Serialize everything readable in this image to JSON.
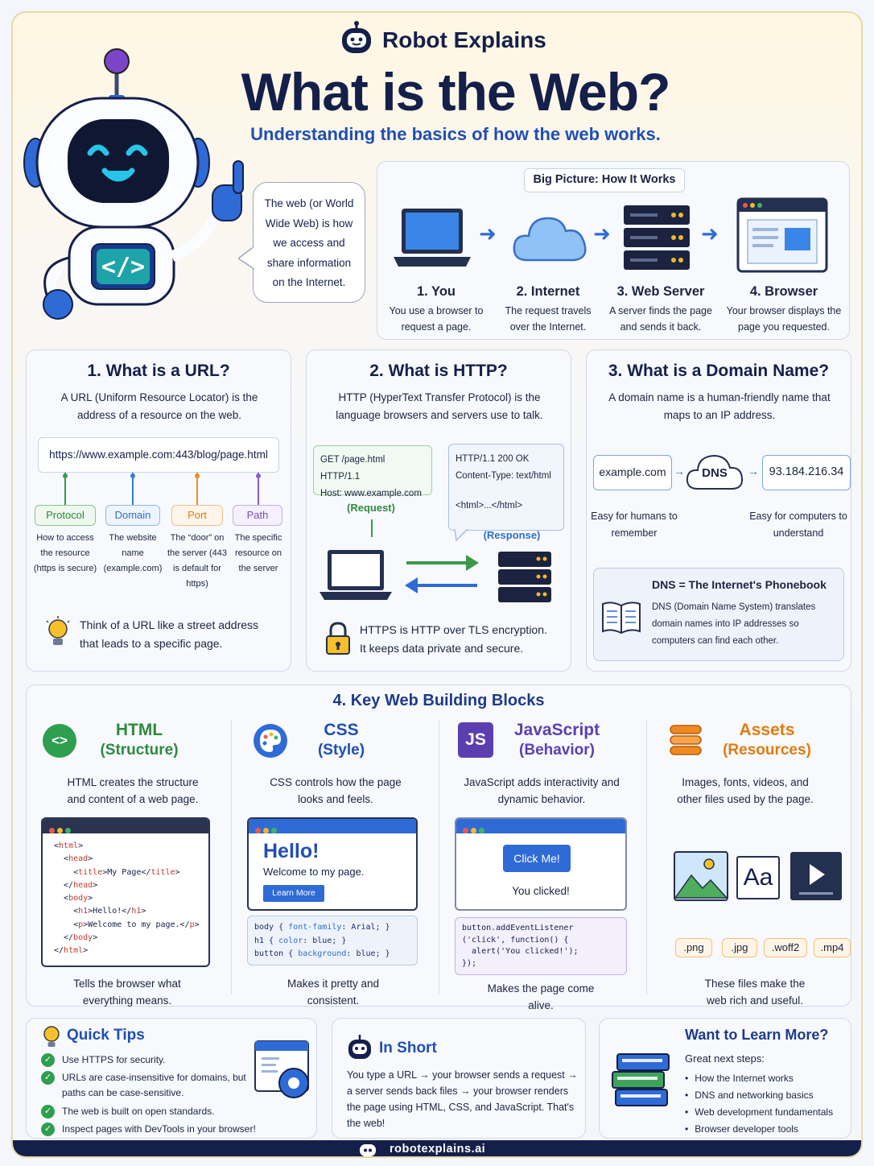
{
  "header": {
    "brand": "Robot Explains",
    "title": "What is the Web?",
    "subtitle": "Understanding the basics of how the web works.",
    "speech": "The web (or World Wide Web) is how we access and share information on the Internet.",
    "code_glyph": "</>"
  },
  "big_picture": {
    "label": "Big Picture: How It Works",
    "steps": [
      {
        "title": "1. You",
        "desc": "You use a browser to request a page."
      },
      {
        "title": "2. Internet",
        "desc": "The request travels over the Internet."
      },
      {
        "title": "3. Web Server",
        "desc": "A server finds the page and sends it back."
      },
      {
        "title": "4. Browser",
        "desc": "Your browser displays the page you requested."
      }
    ]
  },
  "url": {
    "title": "1. What is a URL?",
    "desc": "A URL (Uniform Resource Locator) is the address of a resource on the web.",
    "example": "https://www.example.com:443/blog/page.html",
    "parts": [
      {
        "label": "Protocol",
        "desc": "How to access the resource (https is secure)",
        "color": "#3a9a4a"
      },
      {
        "label": "Domain",
        "desc": "The website name (example.com)",
        "color": "#2f7fd6"
      },
      {
        "label": "Port",
        "desc": "The “door” on the server (443 is default for https)",
        "color": "#f08a1e"
      },
      {
        "label": "Path",
        "desc": "The specific resource on the server",
        "color": "#8c5fc7"
      }
    ],
    "tip": "Think of a URL like a street address that leads to a specific page."
  },
  "http": {
    "title": "2. What is HTTP?",
    "desc": "HTTP (HyperText Transfer Protocol) is the language browsers and servers use to talk.",
    "request_line1": "GET /page.html HTTP/1.1",
    "request_line2": "Host: www.example.com",
    "request_label": "(Request)",
    "response_line1": "HTTP/1.1 200 OK",
    "response_line2": "Content-Type: text/html",
    "response_line3": "<html>...</html>",
    "response_label": "(Response)",
    "note": "HTTPS is HTTP over TLS encryption. It keeps data private and secure."
  },
  "domain": {
    "title": "3. What is a Domain Name?",
    "desc": "A domain name is a human-friendly name that maps to an IP address.",
    "name": "example.com",
    "dns": "DNS",
    "ip": "93.184.216.34",
    "left_caption": "Easy for humans to remember",
    "right_caption": "Easy for computers to understand",
    "phonebook_title": "DNS = The Internet's Phonebook",
    "phonebook_desc": "DNS (Domain Name System) translates domain names into IP addresses so computers can find each other."
  },
  "blocks": {
    "title": "4. Key Web Building Blocks",
    "html": {
      "name": "HTML",
      "role": "(Structure)",
      "desc": "HTML creates the structure and content of a web page.",
      "code": [
        "<html>",
        "  <head>",
        "    <title>My Page</title>",
        "  </head>",
        "  <body>",
        "    <h1>Hello!</h1>",
        "    <p>Welcome to my page.</p>",
        "  </body>",
        "</html>"
      ],
      "caption": "Tells the browser what everything means.",
      "icon_glyph": "<>"
    },
    "css": {
      "name": "CSS",
      "role": "(Style)",
      "desc": "CSS controls how the page looks and feels.",
      "hello": "Hello!",
      "welcome": "Welcome to my page.",
      "button": "Learn More",
      "code": [
        "body { font-family: Arial; }",
        "h1 { color: blue; }",
        "button { background: blue; }"
      ],
      "caption": "Makes it pretty and consistent."
    },
    "js": {
      "name": "JavaScript",
      "role": "(Behavior)",
      "desc": "JavaScript adds interactivity and dynamic behavior.",
      "icon": "JS",
      "button": "Click Me!",
      "clicked": "You clicked!",
      "code": [
        "button.addEventListener",
        "('click', function() {",
        "  alert('You clicked!');",
        "});"
      ],
      "caption": "Makes the page come alive."
    },
    "assets": {
      "name": "Assets",
      "role": "(Resources)",
      "desc": "Images, fonts, videos, and other files used by the page.",
      "font_sample": "Aa",
      "exts": [
        ".png",
        ".jpg",
        ".woff2",
        ".mp4"
      ],
      "caption": "These files make the web rich and useful."
    }
  },
  "tips": {
    "title": "Quick Tips",
    "items": [
      "Use HTTPS for security.",
      "URLs are case-insensitive for domains, but paths can be case-sensitive.",
      "The web is built on open standards.",
      "Inspect pages with DevTools in your browser!"
    ]
  },
  "short": {
    "title": "In Short",
    "text": "You type a URL → your browser sends a request → a server sends back files → your browser renders the page using HTML, CSS, and JavaScript. That's the web!"
  },
  "learn": {
    "title": "Want to Learn More?",
    "intro": "Great next steps:",
    "items": [
      "How the Internet works",
      "DNS and networking basics",
      "Web development fundamentals",
      "Browser developer tools"
    ]
  },
  "footer": {
    "site": "robotexplains.ai"
  }
}
